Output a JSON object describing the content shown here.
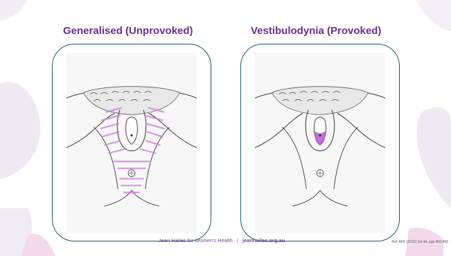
{
  "slide": {
    "panels": [
      {
        "title": "Generalised (Unprovoked)"
      },
      {
        "title": "Vestibulodynia (Provoked)"
      }
    ],
    "footer": {
      "org": "Jean Hailes for Women’s Health",
      "separator": "|",
      "website": "jeanhailes.org.au"
    },
    "reference": "Ref: AFP (2015) Vol 44, pgs 460-466",
    "colors": {
      "title": "#6b2d8c",
      "panel_border": "#1b5a66",
      "highlight": "#c77ad9",
      "footer": "#7a3f98"
    }
  }
}
